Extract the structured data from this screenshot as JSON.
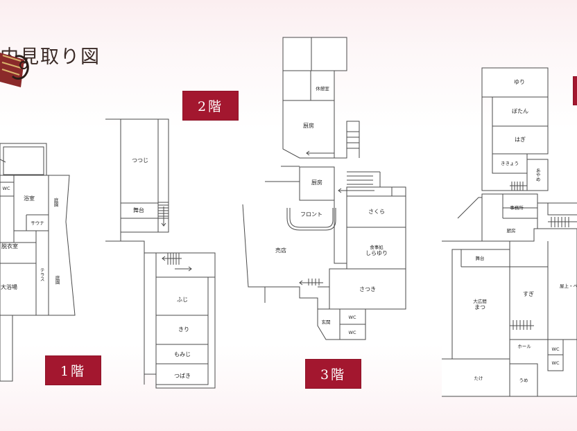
{
  "title": "内見取り図",
  "floors": {
    "f1": "1階",
    "f2": "2階",
    "f3": "3階"
  },
  "rooms_1f": {
    "wc": "WC",
    "yokushitsu": "浴室",
    "sauna": "サウナ",
    "teien1": "庭園",
    "datsuishitsu": "脱衣室",
    "terrace": "テラス",
    "daiyokujo": "大浴場",
    "teien2": "庭園"
  },
  "rooms_2f": {
    "tsutsuji": "つつじ",
    "butai": "舞台",
    "fuji": "ふじ",
    "kiri": "きり",
    "momiji": "もみじ",
    "tsubaki": "つばき"
  },
  "rooms_3f": {
    "kyukeishitsu": "休憩室",
    "chubo1": "厨房",
    "chubo2": "厨房",
    "front": "フロント",
    "sakura": "さくら",
    "baiten": "売店",
    "shokujidokoro": "食事処",
    "shirayuri": "しらゆり",
    "satsuki": "さつき",
    "genkan": "玄関",
    "wc1": "WC",
    "wc2": "WC"
  },
  "rooms_4f": {
    "yuri": "ゆり",
    "botan": "ぼたん",
    "hagi": "はぎ",
    "kikyo": "ききょう",
    "ayame": "あやめ",
    "jimusho": "事務所",
    "chubo": "厨房",
    "butai": "舞台",
    "ohiroma": "大広間",
    "matsu": "まつ",
    "sugi": "すぎ",
    "okujo": "屋上・ベ",
    "hall": "ホール",
    "wc1": "WC",
    "wc2": "WC",
    "take": "たけ",
    "ume": "うめ"
  }
}
